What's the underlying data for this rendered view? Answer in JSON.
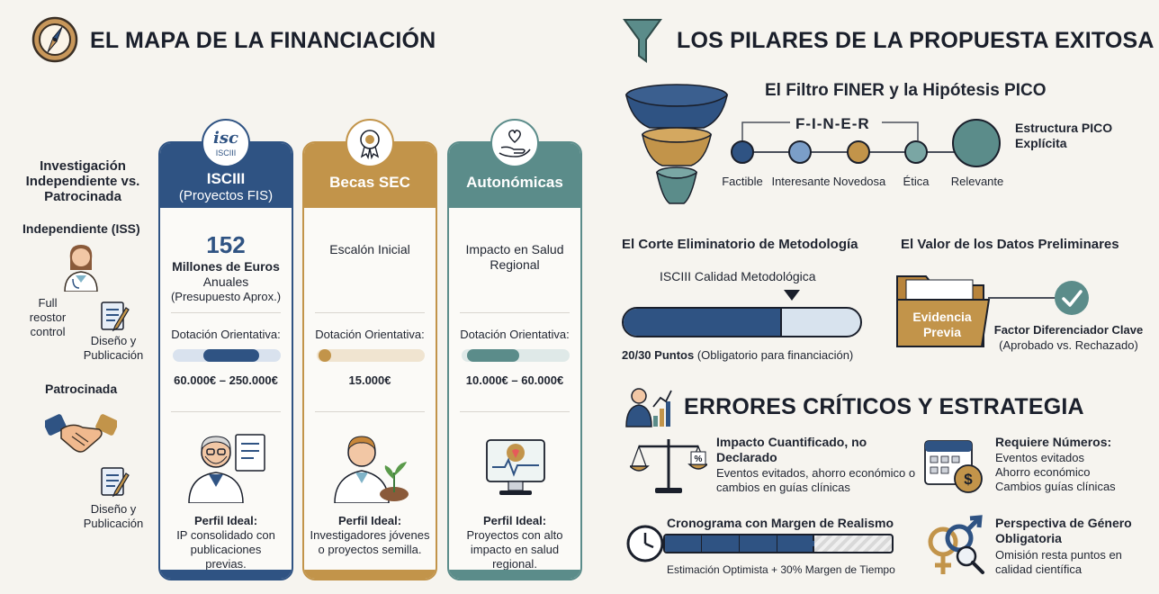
{
  "left": {
    "title": "EL MAPA DE LA FINANCIACIÓN",
    "side": {
      "heading": "Investigación Independiente vs. Patrocinada",
      "independent_label": "Independiente (ISS)",
      "full_control": "Full reostor control",
      "design_pub_1": "Diseño y Publicación",
      "sponsored_label": "Patrocinada",
      "design_pub_2": "Diseño y Publicación"
    },
    "cards": [
      {
        "logo_text": "isc",
        "logo_sub": "ISCIII",
        "title": "ISCIII",
        "subtitle": "(Proyectos FIS)",
        "big_number": "152",
        "desc_bold": "Millones de Euros",
        "desc_line2": "Anuales",
        "desc_line3": "(Presupuesto Aprox.)",
        "dotacion_label": "Dotación Orientativa:",
        "range": "60.000€ – 250.000€",
        "profile_label": "Perfil Ideal:",
        "profile_text": "IP consolidado con publicaciones previas."
      },
      {
        "title": "Becas SEC",
        "desc": "Escalón Inicial",
        "dotacion_label": "Dotación Orientativa:",
        "range": "15.000€",
        "profile_label": "Perfil Ideal:",
        "profile_text": "Investigadores jóvenes o proyectos semilla."
      },
      {
        "title": "Autonómicas",
        "desc": "Impacto en Salud Regional",
        "dotacion_label": "Dotación Orientativa:",
        "range": "10.000€ – 60.000€",
        "profile_label": "Perfil Ideal:",
        "profile_text": "Proyectos con alto impacto en salud regional."
      }
    ]
  },
  "right": {
    "title": "LOS PILARES DE LA PROPUESTA EXITOSA",
    "finer": {
      "heading": "El Filtro FINER y la Hipótesis PICO",
      "acronym": "F-I-N-E-R",
      "items": [
        "Factible",
        "Interesante",
        "Novedosa",
        "Ética",
        "Relevante"
      ],
      "pico_label": "Estructura PICO Explícita"
    },
    "method": {
      "heading": "El Corte Eliminatorio de Metodología",
      "bar_label": "ISCIII Calidad Metodológica",
      "score_bold": "20/30 Puntos",
      "score_note": "(Obligatorio para financiación)",
      "score_fraction": 0.67
    },
    "prelim": {
      "heading": "El Valor de los Datos Preliminares",
      "folder_label": "Evidencia Previa",
      "factor_bold": "Factor Diferenciador Clave",
      "factor_note": "(Aprobado vs. Rechazado)"
    },
    "errors": {
      "title": "ERRORES CRÍTICOS Y ESTRATEGIA",
      "impact_title": "Impacto Cuantificado, no Declarado",
      "impact_text": "Eventos evitados, ahorro económico o cambios en guías clínicas",
      "numbers_title": "Requiere Números:",
      "numbers_items": [
        "Eventos evitados",
        "Ahorro económico",
        "Cambios guías clínicas"
      ],
      "timeline_title": "Cronograma con Margen de Realismo",
      "timeline_note": "Estimación Optimista + 30% Margen de Tiempo",
      "gender_title": "Perspectiva de Género Obligatoria",
      "gender_text": "Omisión resta puntos en calidad científica"
    }
  },
  "colors": {
    "navy": "#2f5383",
    "gold": "#c2944a",
    "teal": "#5b8c8a",
    "background": "#f6f4ef"
  }
}
